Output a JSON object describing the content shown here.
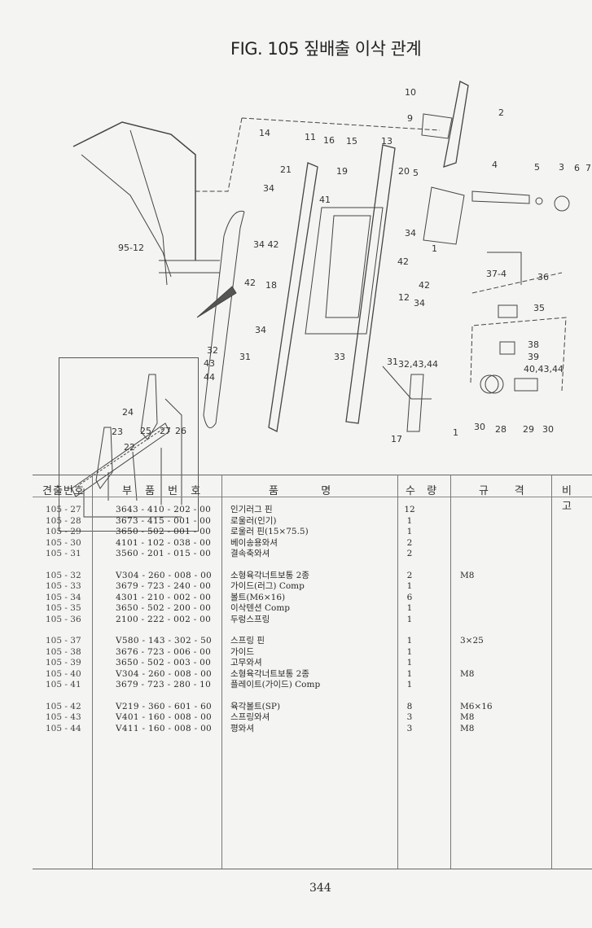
{
  "title": "FIG. 105 짚배출 이삭 관계",
  "diagram": {
    "callouts": [
      "10",
      "9",
      "2",
      "14",
      "11",
      "16",
      "15",
      "13",
      "21",
      "19",
      "20",
      "5",
      "4",
      "5",
      "3",
      "6",
      "7",
      "34",
      "41",
      "34",
      "34 42",
      "95-12",
      "1",
      "42",
      "42",
      "18",
      "42",
      "37-4",
      "36",
      "12",
      "34",
      "35",
      "34",
      "32",
      "43",
      "44",
      "31",
      "33",
      "38",
      "39",
      "40,43,44",
      "31",
      "32,43,44",
      "24",
      "23",
      "25",
      "27",
      "26",
      "22",
      "30",
      "28",
      "29",
      "30",
      "17",
      "1"
    ]
  },
  "table": {
    "headers": {
      "ref": "견출번호",
      "part": "부 품 번 호",
      "name": "품          명",
      "qty": "수 량",
      "spec": "규      격",
      "note": "비 고"
    },
    "groups": [
      [
        {
          "ref": "105 - 27",
          "part": "3643 - 410 - 202 - 00",
          "name": "인기러그 핀",
          "qty": "12",
          "spec": ""
        },
        {
          "ref": "105 - 28",
          "part": "3673 - 415 - 001 - 00",
          "name": "로울러(인기)",
          "qty": "1",
          "spec": ""
        },
        {
          "ref": "105 - 29",
          "part": "3650 - 502 - 001 - 00",
          "name": "로울러 핀(15×75.5)",
          "qty": "1",
          "spec": ""
        },
        {
          "ref": "105 - 30",
          "part": "4101 - 102 - 038 - 00",
          "name": "베이송용와셔",
          "qty": "2",
          "spec": ""
        },
        {
          "ref": "105 - 31",
          "part": "3560 - 201 - 015 - 00",
          "name": "결속축와셔",
          "qty": "2",
          "spec": ""
        }
      ],
      [
        {
          "ref": "105 - 32",
          "part": "V304 - 260 - 008 - 00",
          "name": "소형육각너트보통 2종",
          "qty": "2",
          "spec": "M8"
        },
        {
          "ref": "105 - 33",
          "part": "3679 - 723 - 240 - 00",
          "name": "가이드(러그) Comp",
          "qty": "1",
          "spec": ""
        },
        {
          "ref": "105 - 34",
          "part": "4301 - 210 - 002 - 00",
          "name": "볼트(M6×16)",
          "qty": "6",
          "spec": ""
        },
        {
          "ref": "105 - 35",
          "part": "3650 - 502 - 200 - 00",
          "name": "이삭텐션 Comp",
          "qty": "1",
          "spec": ""
        },
        {
          "ref": "105 - 36",
          "part": "2100 - 222 - 002 - 00",
          "name": "두렁스프링",
          "qty": "1",
          "spec": ""
        }
      ],
      [
        {
          "ref": "105 - 37",
          "part": "V580 - 143 - 302 - 50",
          "name": "스프링 핀",
          "qty": "1",
          "spec": "3×25"
        },
        {
          "ref": "105 - 38",
          "part": "3676 - 723 - 006 - 00",
          "name": "가이드",
          "qty": "1",
          "spec": ""
        },
        {
          "ref": "105 - 39",
          "part": "3650 - 502 - 003 - 00",
          "name": "고무와셔",
          "qty": "1",
          "spec": ""
        },
        {
          "ref": "105 - 40",
          "part": "V304 - 260 - 008 - 00",
          "name": "소형육각너트보통 2종",
          "qty": "1",
          "spec": "M8"
        },
        {
          "ref": "105 - 41",
          "part": "3679 - 723 - 280 - 10",
          "name": "플레이트(가이드) Comp",
          "qty": "1",
          "spec": ""
        }
      ],
      [
        {
          "ref": "105 - 42",
          "part": "V219 - 360 - 601 - 60",
          "name": "육각볼트(SP)",
          "qty": "8",
          "spec": "M6×16"
        },
        {
          "ref": "105 - 43",
          "part": "V401 - 160 - 008 - 00",
          "name": "스프링와셔",
          "qty": "3",
          "spec": "M8"
        },
        {
          "ref": "105 - 44",
          "part": "V411 - 160 - 008 - 00",
          "name": "평와셔",
          "qty": "3",
          "spec": "M8"
        }
      ]
    ]
  },
  "page_number": "344"
}
